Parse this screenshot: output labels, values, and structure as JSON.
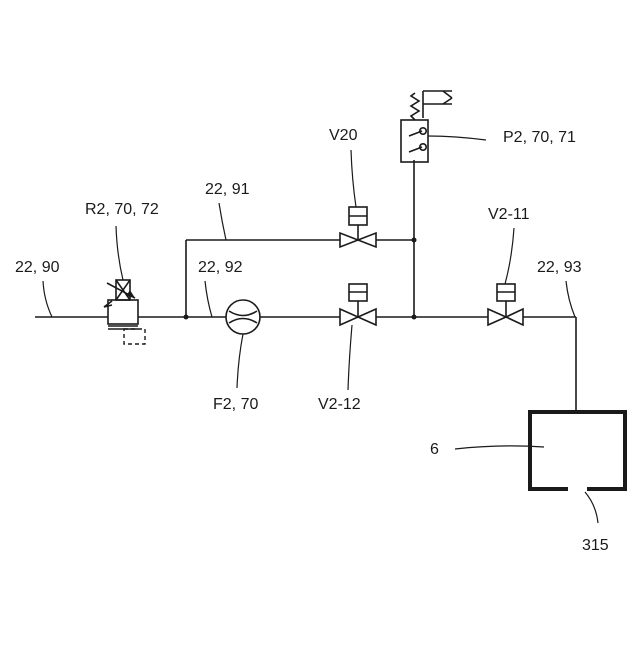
{
  "labels": {
    "l_22_90": "22, 90",
    "l_r2": "R2, 70, 72",
    "l_22_91": "22, 91",
    "l_22_92": "22, 92",
    "l_v20": "V20",
    "l_p2": "P2, 70, 71",
    "l_v2_11": "V2-11",
    "l_22_93": "22, 93",
    "l_f2": "F2, 70",
    "l_v2_12": "V2-12",
    "l_6": "6",
    "l_315": "315"
  }
}
